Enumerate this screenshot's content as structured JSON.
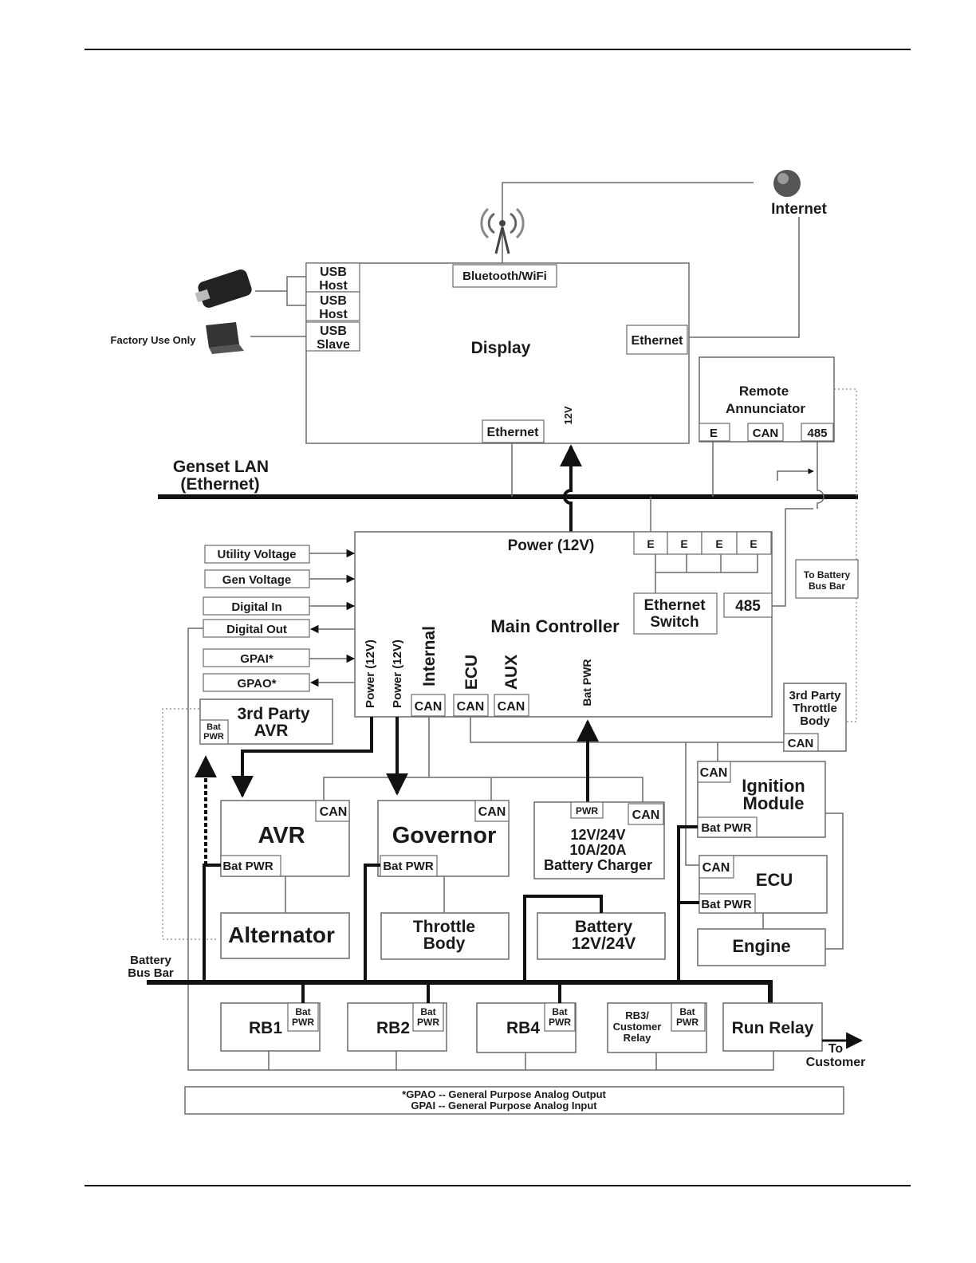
{
  "labels": {
    "internet": "Internet",
    "factory_use": "Factory Use Only",
    "usb_host_1": [
      "USB",
      "Host"
    ],
    "usb_host_2": [
      "USB",
      "Host"
    ],
    "usb_slave": [
      "USB",
      "Slave"
    ],
    "bluetooth_wifi": "Bluetooth/WiFi",
    "display": "Display",
    "display_ethernet_right": "Ethernet",
    "display_ethernet_bottom": "Ethernet",
    "display_12v": "12V",
    "remote_annunciator": [
      "Remote",
      "Annunciator"
    ],
    "ra_e": "E",
    "ra_can": "CAN",
    "ra_485": "485",
    "genset_lan": [
      "Genset LAN",
      "(Ethernet)"
    ],
    "to_battery_bus_bar": [
      "To Battery",
      "Bus Bar"
    ],
    "main_controller": "Main Controller",
    "mc_power": "Power (12V)",
    "mc_e": [
      "E",
      "E",
      "E",
      "E"
    ],
    "ethernet_switch": [
      "Ethernet",
      "Switch"
    ],
    "mc_485": "485",
    "inputs": [
      "Utility Voltage",
      "Gen Voltage",
      "Digital In",
      "Digital Out",
      "GPAI*",
      "GPAO*"
    ],
    "vertical_power_1": "Power (12V)",
    "vertical_power_2": "Power (12V)",
    "vertical_internal": "Internal",
    "vertical_ecu": "ECU",
    "vertical_aux": "AUX",
    "vertical_bat_pwr": "Bat PWR",
    "can_ports": [
      "CAN",
      "CAN",
      "CAN"
    ],
    "third_party_avr": [
      "3rd Party",
      "AVR"
    ],
    "bat_pwr_small": [
      "Bat",
      "PWR"
    ],
    "third_party_throttle": [
      "3rd Party",
      "Throttle",
      "Body"
    ],
    "tp_throttle_can": "CAN",
    "avr": "AVR",
    "avr_can": "CAN",
    "avr_bat_pwr": "Bat PWR",
    "governor": "Governor",
    "gov_can": "CAN",
    "gov_bat_pwr": "Bat PWR",
    "charger": [
      "12V/24V",
      "10A/20A",
      "Battery Charger"
    ],
    "charger_pwr": "PWR",
    "charger_can": "CAN",
    "ignition_module": [
      "Ignition",
      "Module"
    ],
    "ign_can": "CAN",
    "ign_bat_pwr": "Bat PWR",
    "ecu": "ECU",
    "ecu_can": "CAN",
    "ecu_bat_pwr": "Bat PWR",
    "alternator": "Alternator",
    "throttle_body": [
      "Throttle",
      "Body"
    ],
    "battery": [
      "Battery",
      "12V/24V"
    ],
    "engine": "Engine",
    "battery_bus_bar": [
      "Battery",
      "Bus Bar"
    ],
    "rb1": "RB1",
    "rb2": "RB2",
    "rb4": "RB4",
    "rb3": [
      "RB3/",
      "Customer",
      "Relay"
    ],
    "run_relay": "Run Relay",
    "to_customer": [
      "To",
      "Customer"
    ],
    "footnote": [
      "*GPAO -- General Purpose Analog Output",
      "GPAI -- General Purpose Analog Input"
    ]
  }
}
